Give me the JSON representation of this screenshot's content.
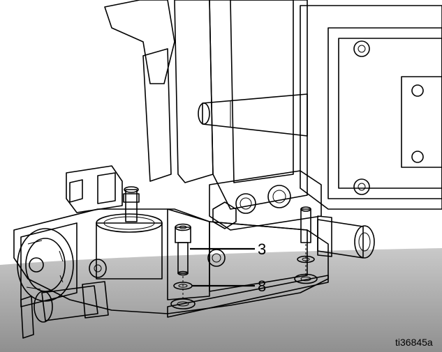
{
  "callouts": [
    {
      "id": "3",
      "label": "3",
      "part": "socket-head-cap-screw"
    },
    {
      "id": "8",
      "label": "8",
      "part": "flat-washer"
    }
  ],
  "figure_id": "ti36845a",
  "colors": {
    "metal_light": "#efefef",
    "metal_mid": "#d9d9d9",
    "metal_dark": "#bdbdbd",
    "floor": "#9a9a9a",
    "line": "#000000"
  }
}
